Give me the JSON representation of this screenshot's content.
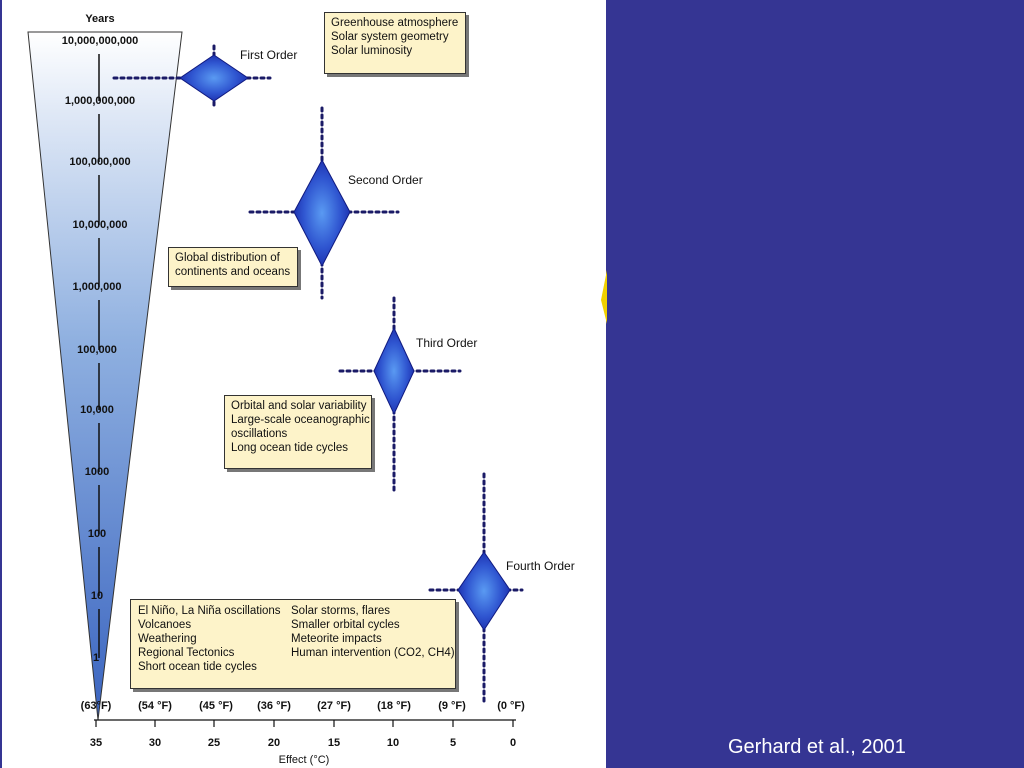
{
  "figure": {
    "axis_title_years": "Years",
    "axis_title_effect": "Effect (°C)",
    "years": [
      "10,000,000,000",
      "1,000,000,000",
      "100,000,000",
      "10,000,000",
      "1,000,000",
      "100,000",
      "10,000",
      "1000",
      "100",
      "10",
      "1"
    ],
    "effect_celsius": [
      "35",
      "30",
      "25",
      "20",
      "15",
      "10",
      "5",
      "0"
    ],
    "effect_fahrenheit": [
      "(63°F)",
      "(54 °F)",
      "(45 °F)",
      "(36 °F)",
      "(27 °F)",
      "(18 °F)",
      "(9 °F)",
      "(0 °F)"
    ],
    "orders": [
      {
        "label": "First Order"
      },
      {
        "label": "Second Order"
      },
      {
        "label": "Third Order"
      },
      {
        "label": "Fourth Order"
      }
    ],
    "boxes": {
      "first": [
        "Greenhouse atmosphere",
        "Solar system geometry",
        "Solar luminosity"
      ],
      "second": [
        "Global distribution of",
        "continents and oceans"
      ],
      "third": [
        "Orbital and solar variability",
        "Large-scale oceanographic",
        "oscillations",
        "Long ocean tide cycles"
      ],
      "fourth_left": [
        "El Niño, La Niña oscillations",
        "Volcanoes",
        "Weathering",
        "Regional Tectonics",
        "Short ocean tide cycles"
      ],
      "fourth_right": [
        "Solar storms, flares",
        "Smaller orbital cycles",
        "Meteorite impacts",
        "Human intervention (CO2, CH4)"
      ]
    },
    "colors": {
      "diamond": "#1f2fb5",
      "diamond_center": "#4f8fef",
      "wedge_top": "#ffffff",
      "wedge_bottom": "#3a64c0",
      "box_fill": "#fdf3c9",
      "slide_bg": "#353593"
    }
  },
  "citation": "Gerhard et al., 2001"
}
